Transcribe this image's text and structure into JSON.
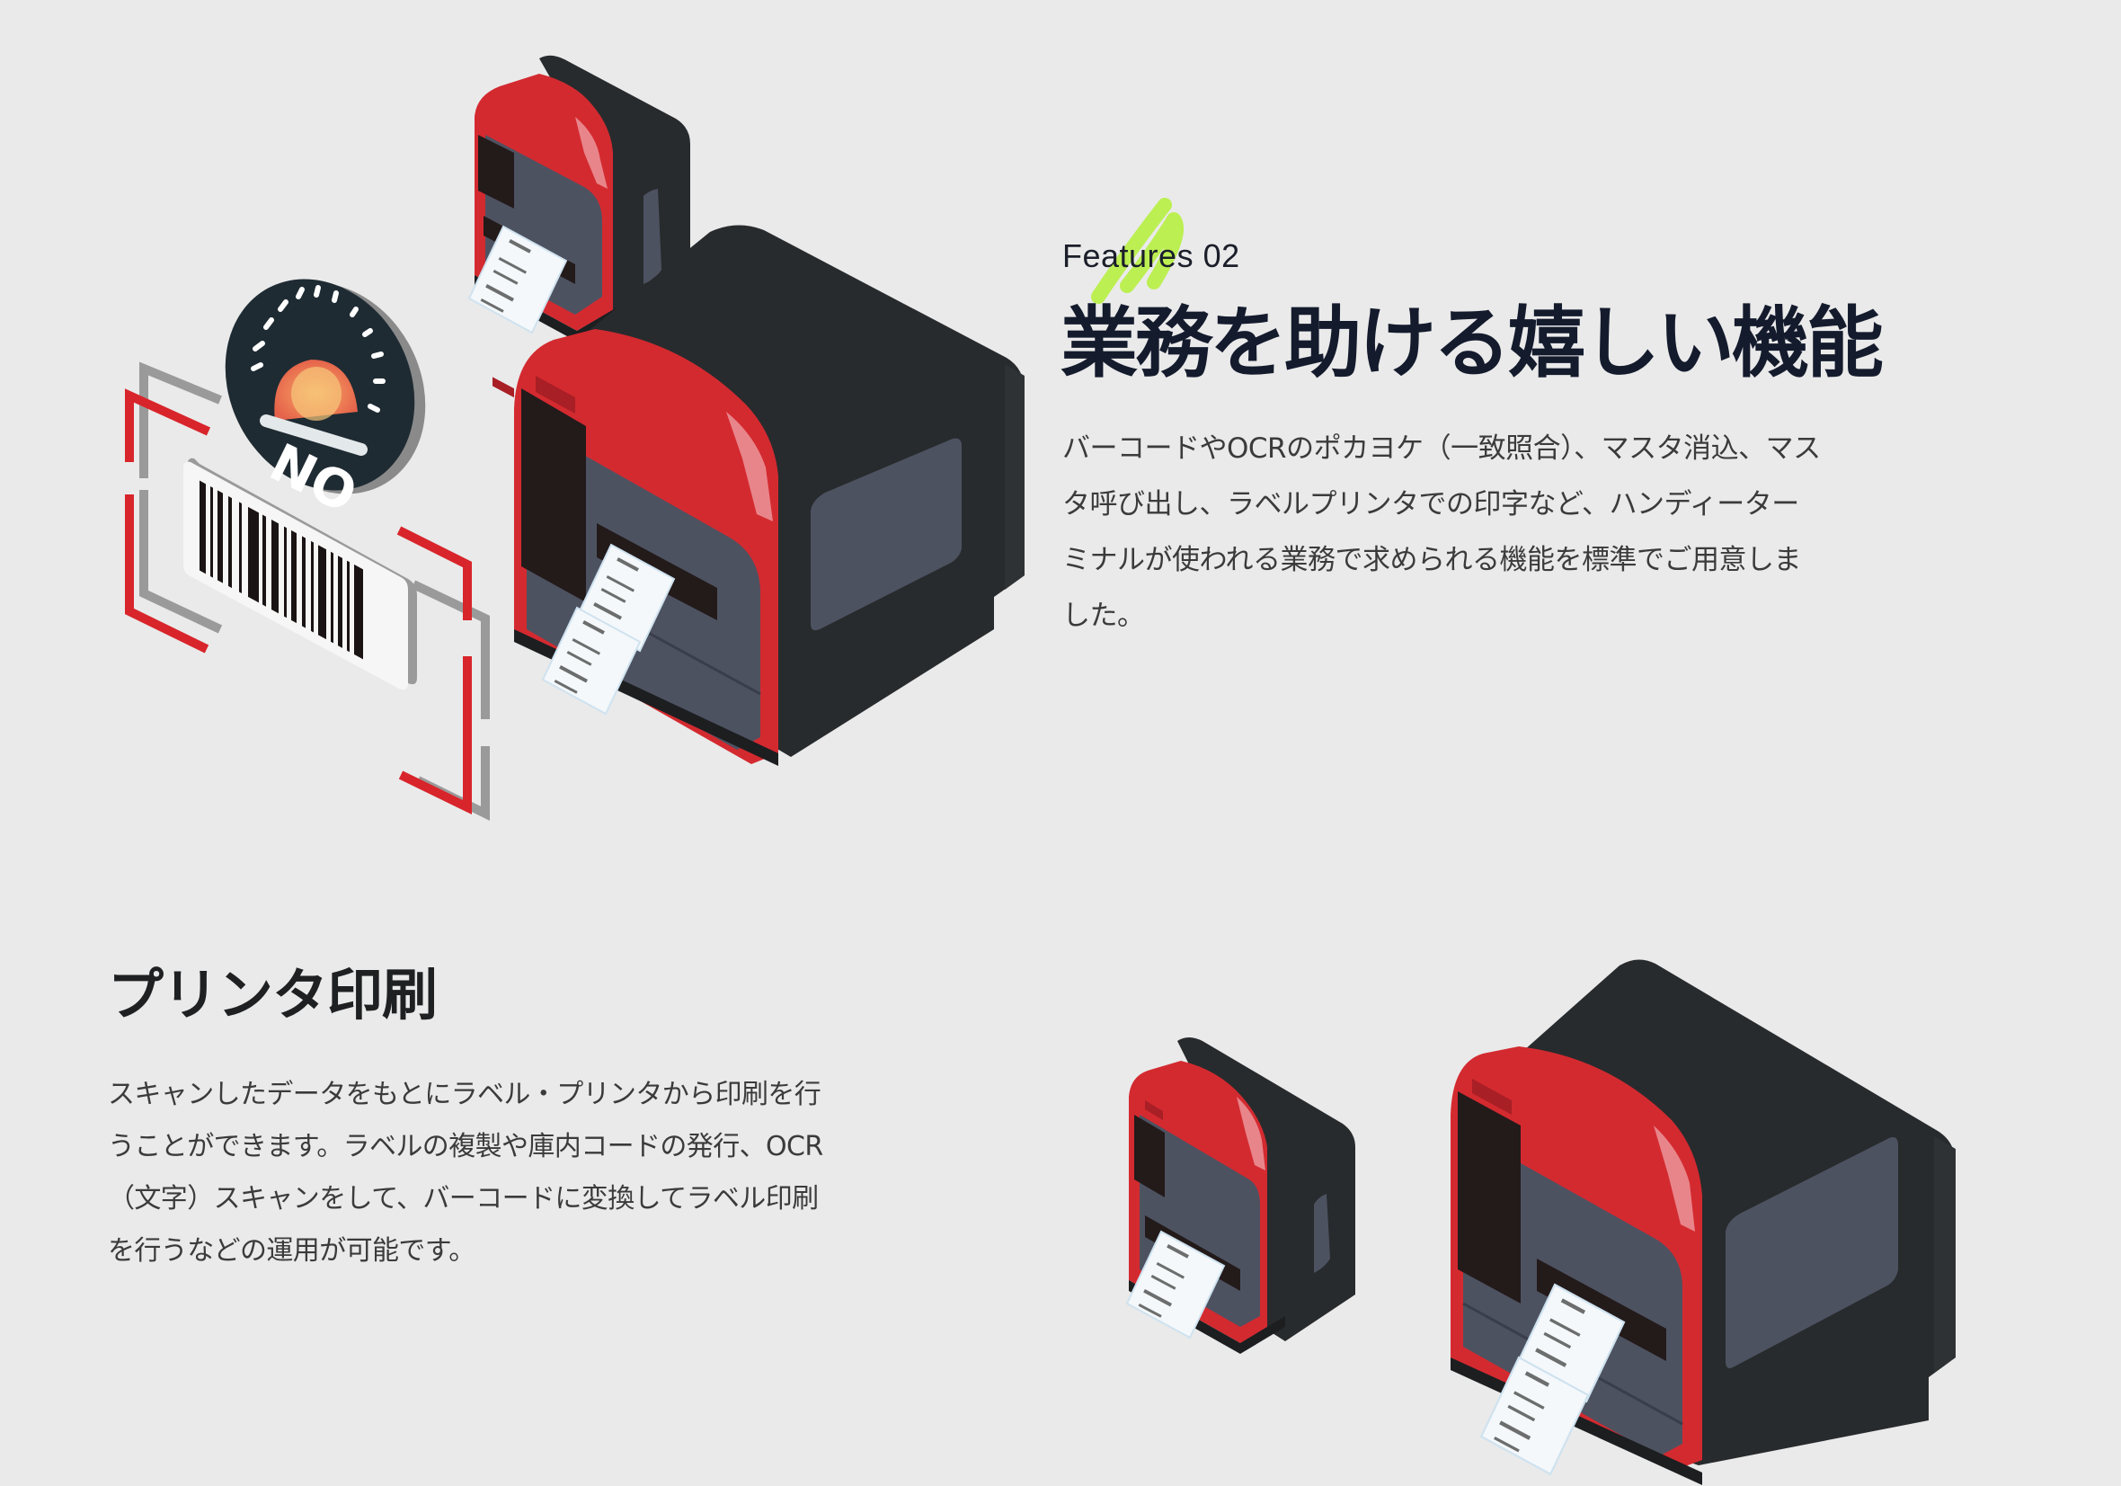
{
  "feature": {
    "eyebrow": "Features 02",
    "title": "業務を助ける嬉しい機能",
    "body_lines": [
      "バーコードやOCRのポカヨケ（一致照合）、マスタ消込、マス",
      "タ呼び出し、ラベルプリンタでの印字など、ハンディーター",
      "ミナルが使われる業務で求められる機能を標準でご用意しま",
      "した。"
    ],
    "illustration": {
      "badge_text": "NO",
      "icons": [
        "warning-siren-icon",
        "barcode-icon",
        "label-printer-small",
        "label-printer-large"
      ]
    }
  },
  "print_section": {
    "title": "プリンタ印刷",
    "body_lines": [
      "スキャンしたデータをもとにラベル・プリンタから印刷を行",
      "うことができます。ラベルの複製や庫内コードの発行、OCR",
      "（文字）スキャンをして、バーコードに変換してラベル印刷",
      "を行うなどの運用が可能です。"
    ],
    "illustration": {
      "icons": [
        "label-printer-small",
        "label-printer-large"
      ]
    }
  },
  "colors": {
    "background": "#eaeaea",
    "heading": "#141b2d",
    "body_text": "#3b3b3b",
    "accent_green": "#b9ef4a",
    "printer_red": "#d32a30",
    "printer_body": "#282b2d",
    "printer_front": "#4d5261",
    "badge_dark": "#1f2b33"
  }
}
